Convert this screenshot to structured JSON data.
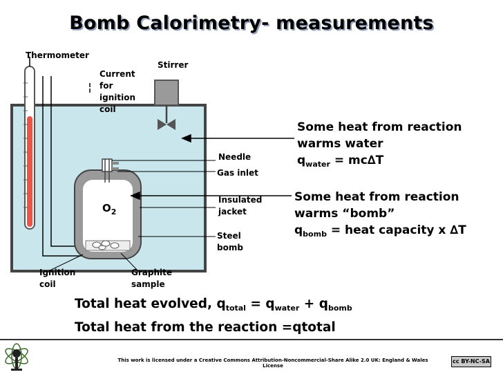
{
  "title": "Bomb Calorimetry- measurements",
  "labels": {
    "thermometer": "Thermometer",
    "stirrer": "Stirrer",
    "current": [
      "Current",
      "for",
      "ignition",
      "coil"
    ],
    "needle": "Needle",
    "gas_inlet": "Gas inlet",
    "insulated": [
      "Insulated",
      "jacket"
    ],
    "steel": [
      "Steel",
      "bomb"
    ],
    "ignition": [
      "Ignition",
      "coil"
    ],
    "graphite": [
      "Graphite",
      "sample"
    ],
    "o2": "O",
    "o2_sub": "2"
  },
  "water_note": {
    "line1": "Some heat from reaction",
    "line2": "warms water",
    "q": "q",
    "q_sub": "water",
    "eq": " = mc∆T"
  },
  "bomb_note": {
    "line1": "Some heat from reaction",
    "line2": "warms “bomb”",
    "q": "q",
    "q_sub": "bomb",
    "eq": " = heat capacity x ∆T"
  },
  "total1": {
    "a": "Total heat evolved, q",
    "a_sub": "total",
    "b": " = q",
    "b_sub": "water",
    "c": " + q",
    "c_sub": "bomb"
  },
  "total2": "Total heat from the reaction =qtotal",
  "license": "This work is licensed under a Creative Commons Attribution-Noncommercial-Share Alike 2.0 UK: England & Wales License",
  "cc_badge": "cc BY-NC-SA",
  "colors": {
    "water": "#c9e6ec",
    "mercury": "#e8564a",
    "arrow": "#000000"
  }
}
